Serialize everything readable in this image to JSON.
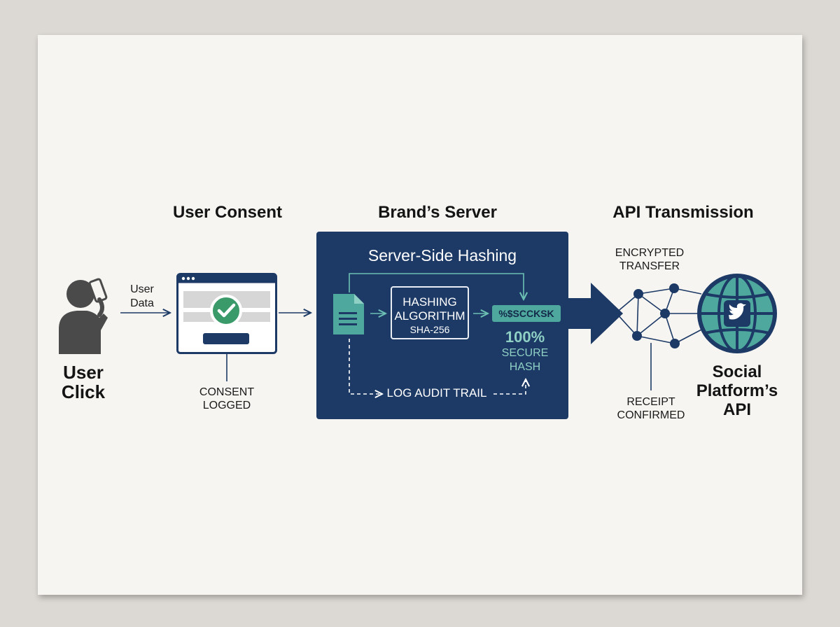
{
  "headings": {
    "user_consent": "User Consent",
    "brands_server": "Brand’s Server",
    "api_transmission": "API Transmission"
  },
  "user": {
    "label_line1": "User",
    "label_line2": "Click",
    "data_label_line1": "User",
    "data_label_line2": "Data"
  },
  "consent": {
    "logged_line1": "CONSENT",
    "logged_line2": "LOGGED"
  },
  "server": {
    "title": "Server-Side Hashing",
    "algorithm_line1": "HASHING",
    "algorithm_line2": "ALGORITHM",
    "algorithm_name": "SHA-256",
    "hash_value": "%$SCCKSK",
    "secure_line1": "100%",
    "secure_line2": "SECURE",
    "secure_line3": "HASH",
    "audit_label": "LOG AUDIT TRAIL"
  },
  "transmission": {
    "encrypted_line1": "ENCRYPTED",
    "encrypted_line2": "TRANSFER",
    "receipt_line1": "RECEIPT",
    "receipt_line2": "CONFIRMED"
  },
  "platform": {
    "label_line1": "Social",
    "label_line2": "Platform’s",
    "label_line3": "API"
  },
  "colors": {
    "navy": "#1d3a66",
    "teal": "#4fa89d",
    "green_check": "#3a9a6a",
    "dark_gray": "#4a4a4a",
    "paper": "#f6f5f1"
  },
  "icons": [
    "person-phone-icon",
    "browser-window-icon",
    "checkmark-icon",
    "document-icon",
    "network-icon",
    "globe-icon",
    "bird-logo-icon"
  ]
}
